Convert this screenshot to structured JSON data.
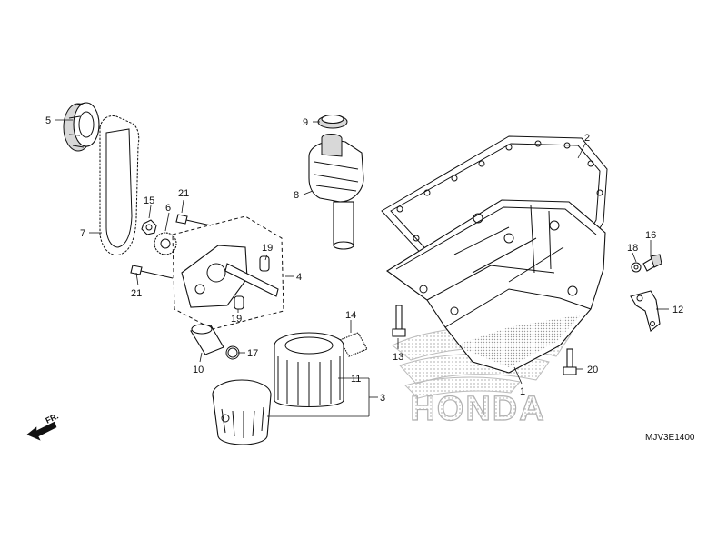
{
  "diagram": {
    "callouts": [
      {
        "id": "c1",
        "text": "1"
      },
      {
        "id": "c2",
        "text": "2"
      },
      {
        "id": "c3",
        "text": "3"
      },
      {
        "id": "c4",
        "text": "4"
      },
      {
        "id": "c5",
        "text": "5"
      },
      {
        "id": "c6",
        "text": "6"
      },
      {
        "id": "c7",
        "text": "7"
      },
      {
        "id": "c8",
        "text": "8"
      },
      {
        "id": "c9",
        "text": "9"
      },
      {
        "id": "c10",
        "text": "10"
      },
      {
        "id": "c11",
        "text": "11"
      },
      {
        "id": "c12",
        "text": "12"
      },
      {
        "id": "c13",
        "text": "13"
      },
      {
        "id": "c14",
        "text": "14"
      },
      {
        "id": "c15",
        "text": "15"
      },
      {
        "id": "c16",
        "text": "16"
      },
      {
        "id": "c17",
        "text": "17"
      },
      {
        "id": "c18",
        "text": "18"
      },
      {
        "id": "c19a",
        "text": "19"
      },
      {
        "id": "c19b",
        "text": "19"
      },
      {
        "id": "c20",
        "text": "20"
      },
      {
        "id": "c21a",
        "text": "21"
      },
      {
        "id": "c21b",
        "text": "21"
      }
    ],
    "front_marker": "FR.",
    "diagram_code": "MJV3E1400",
    "watermark": "HONDA",
    "colors": {
      "line": "#111111",
      "watermark": "#c8c8c8",
      "background": "#ffffff"
    }
  }
}
